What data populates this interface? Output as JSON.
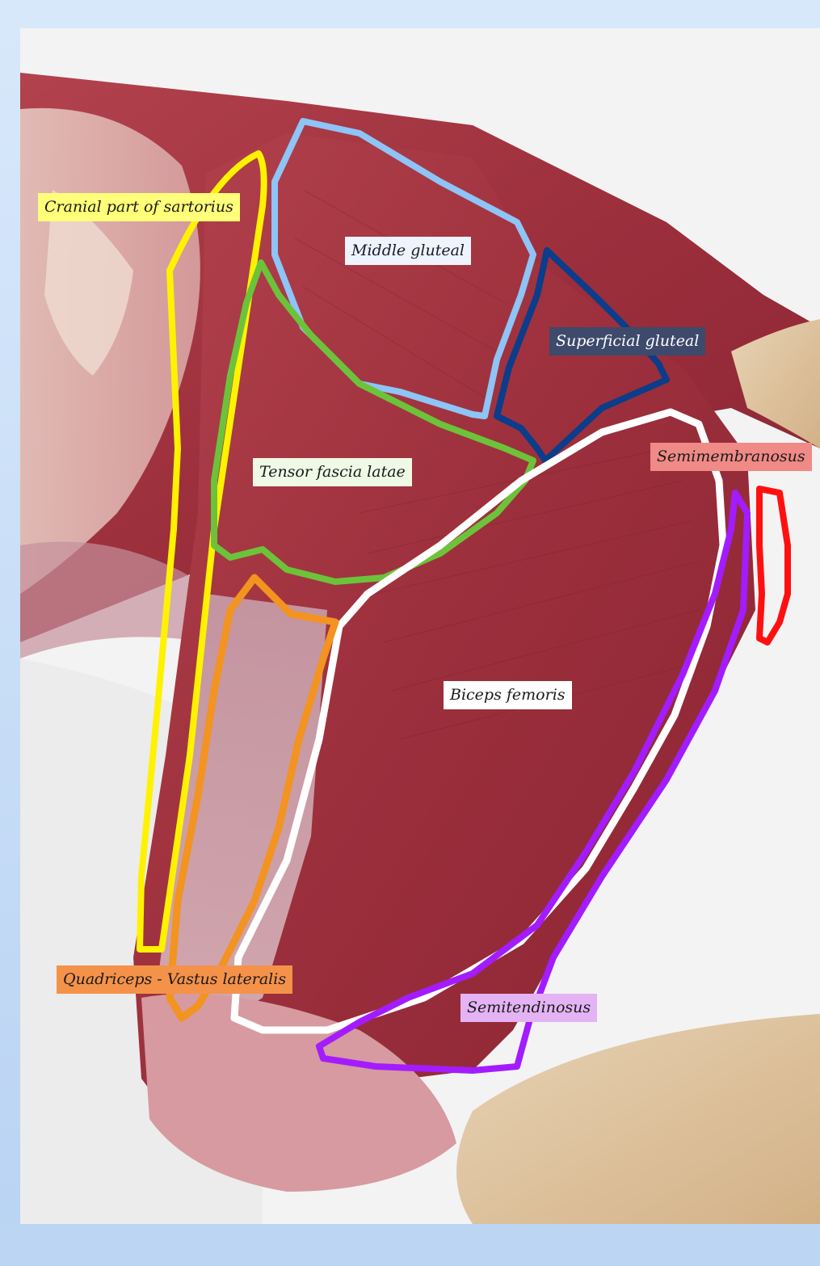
{
  "labels": {
    "cranial_sartorius": {
      "text": "Cranial part of sartorius",
      "bg": "#ffff7a",
      "fg": "#1a1a1a"
    },
    "middle_gluteal": {
      "text": "Middle gluteal",
      "bg": "#eef4fb",
      "fg": "#1a1a2e"
    },
    "superficial_gluteal": {
      "text": "Superficial gluteal",
      "bg": "#3d4a6b",
      "fg": "#ffffff"
    },
    "tensor_fascia_latae": {
      "text": "Tensor fascia latae",
      "bg": "#eef9e6",
      "fg": "#1a1a1a"
    },
    "semimembranosus": {
      "text": "Semimembranosus",
      "bg": "#f08a86",
      "fg": "#1a1a1a"
    },
    "biceps_femoris": {
      "text": "Biceps femoris",
      "bg": "#ffffff",
      "fg": "#1a1a1a"
    },
    "quadriceps": {
      "text": "Quadriceps - Vastus lateralis",
      "bg": "#f4924a",
      "fg": "#1a1a1a"
    },
    "semitendinosus": {
      "text": "Semitendinosus",
      "bg": "#e4b3f4",
      "fg": "#1a1a1a"
    }
  },
  "outline_colors": {
    "sartorius": "#fff200",
    "middle_gluteal": "#8ec4f6",
    "superficial_gluteal": "#0b3d8a",
    "tensor_fascia_latae": "#6cc33a",
    "semimembranosus": "#ff1010",
    "biceps_femoris": "#ffffff",
    "quadriceps": "#f39320",
    "semitendinosus": "#a31cff"
  }
}
